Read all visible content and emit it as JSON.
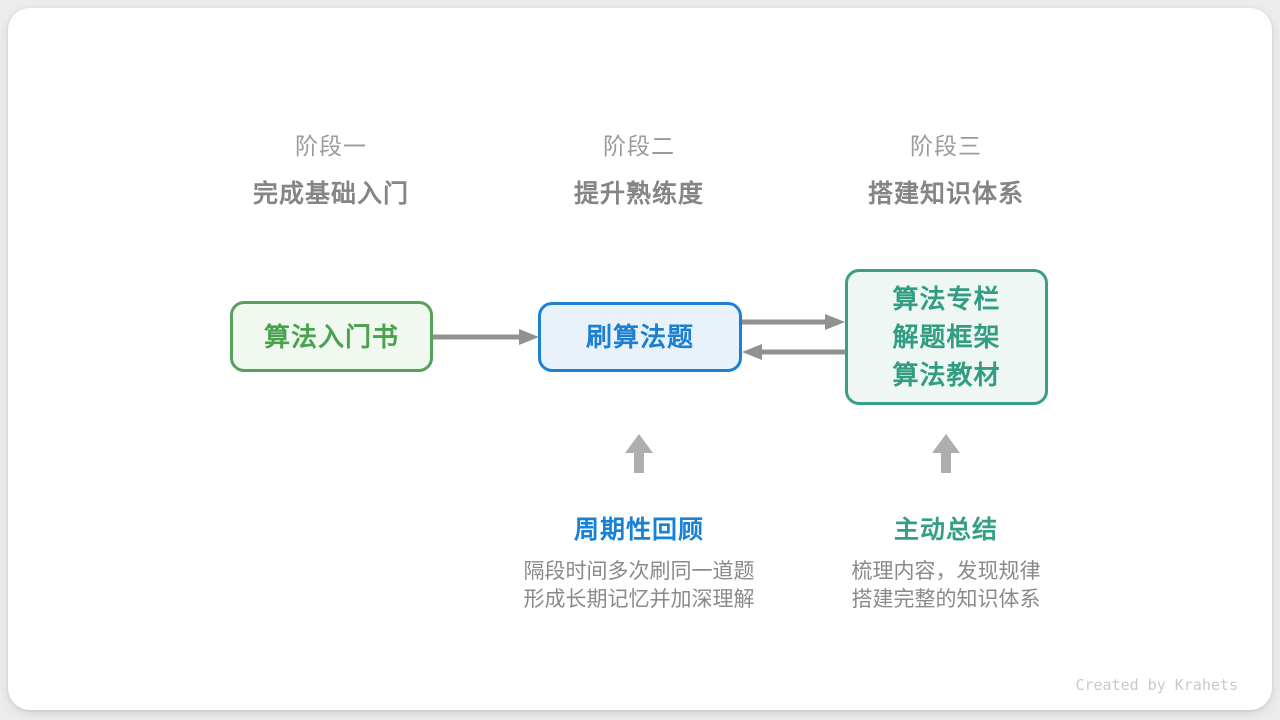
{
  "stages": [
    {
      "title": "阶段一",
      "subtitle": "完成基础入门"
    },
    {
      "title": "阶段二",
      "subtitle": "提升熟练度"
    },
    {
      "title": "阶段三",
      "subtitle": "搭建知识体系"
    }
  ],
  "flow": {
    "nodes": [
      {
        "id": "intro-book",
        "label": "算法入门书"
      },
      {
        "id": "practice-problems",
        "label": "刷算法题"
      },
      {
        "id": "knowledge-sources",
        "lines": [
          "算法专栏",
          "解题框架",
          "算法教材"
        ]
      }
    ],
    "arrows": [
      {
        "id": "intro-to-practice",
        "direction": "right"
      },
      {
        "id": "practice-to-knowledge",
        "direction": "right"
      },
      {
        "id": "knowledge-to-practice",
        "direction": "left"
      },
      {
        "id": "review-up",
        "direction": "up"
      },
      {
        "id": "summary-up",
        "direction": "up"
      }
    ]
  },
  "annotations": [
    {
      "label": "周期性回顾",
      "desc": [
        "隔段时间多次刷同一道题",
        "形成长期记忆并加深理解"
      ]
    },
    {
      "label": "主动总结",
      "desc": [
        "梳理内容，发现规律",
        "搭建完整的知识体系"
      ]
    }
  ],
  "footer": {
    "credit": "Created by Krahets"
  },
  "colors": {
    "green_border": "#57a25b",
    "green_fill": "#f0f8ef",
    "green_text": "#48a24e",
    "blue_border": "#1e80d4",
    "blue_fill": "#e9f2fb",
    "blue_text": "#1c7fd0",
    "teal_border": "#3b9e88",
    "teal_fill": "#eef7f4",
    "teal_text": "#339d84",
    "annotation_blue": "#1681d6",
    "annotation_teal": "#349e86",
    "arrow_gray": "#919191",
    "up_arrow_gray": "#aeaeae",
    "heading_gray": "#9b9b9b",
    "subtitle_gray": "#858585",
    "desc_gray": "#8a8a8a",
    "card_bg": "#ffffff",
    "page_bg": "#ececec",
    "credit_gray": "#c9c9c9"
  }
}
